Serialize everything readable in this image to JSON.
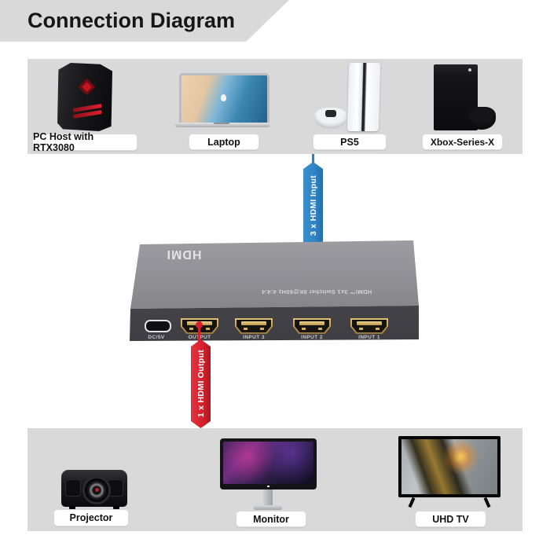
{
  "header": {
    "title": "Connection Diagram"
  },
  "colors": {
    "blue": "#2e83c5",
    "red": "#d6202d",
    "panel": "#d9d9d9",
    "banner": "#d9d9d9",
    "gold": "#c9a255"
  },
  "sources": {
    "items": [
      {
        "label": "PC Host with RTX3080"
      },
      {
        "label": "Laptop"
      },
      {
        "label": "PS5"
      },
      {
        "label": "Xbox-Series-X"
      }
    ]
  },
  "connections": {
    "input": {
      "label": "3 x HDMI Input"
    },
    "output": {
      "label": "1 x HDMI Output"
    }
  },
  "switcher": {
    "brand": "HDMI",
    "model_text": "HDMI™ 3x1 Switcher 8K@60Hz 4:4:4",
    "ports": [
      {
        "label": "DC/5V",
        "type": "usb-c"
      },
      {
        "label": "OUTPUT",
        "type": "hdmi"
      },
      {
        "label": "INPUT 3",
        "type": "hdmi"
      },
      {
        "label": "INPUT 2",
        "type": "hdmi"
      },
      {
        "label": "INPUT 1",
        "type": "hdmi"
      }
    ]
  },
  "sinks": {
    "items": [
      {
        "label": "Projector"
      },
      {
        "label": "Monitor"
      },
      {
        "label": "UHD TV"
      }
    ]
  }
}
